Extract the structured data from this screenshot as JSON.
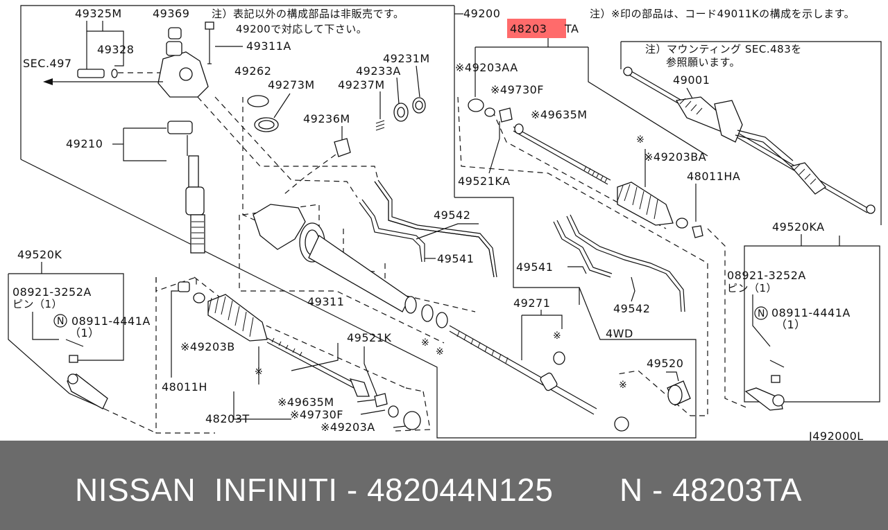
{
  "diagram": {
    "title_code": "J492000L",
    "notes": {
      "top_left_1": "注）表記以外の構成部品は非販売です。",
      "top_left_2": "49200で対応して下さい。",
      "top_right": "注）※印の部品は、コード49011Kの構成を示します。",
      "right_1": "注）マウンティング SEC.483を",
      "right_2": "参照願います。"
    },
    "labels": {
      "l49325M": "49325M",
      "l49369": "49369",
      "l49328": "49328",
      "lsec497": "SEC.497",
      "l49311A": "49311A",
      "l49262": "49262",
      "l49273M": "49273M",
      "l49233A": "49233A",
      "l49231M": "49231M",
      "l49237M": "49237M",
      "l49236M": "49236M",
      "l49210": "49210",
      "l49200": "49200",
      "l48203TA_a": "48203",
      "l48203TA_b": "TA",
      "l49203AA": "※49203AA",
      "l49730F_top": "※49730F",
      "l49635M_top": "※49635M",
      "l49203BA": "※49203BA",
      "l49521KA": "49521KA",
      "l48011HA": "48011HA",
      "l49001": "49001",
      "l49542_a": "49542",
      "l49541_a": "49541",
      "l49311": "49311",
      "l49541_b": "49541",
      "l49542_b": "49542",
      "l49271": "49271",
      "l4wd": "4WD",
      "l49520KA": "49520KA",
      "r08921": "08921-3252A",
      "rpin": "ピン（1）",
      "r08911": "08911-4441A",
      "r08911q": "（1）",
      "l49520K": "49520K",
      "l08921": "08921-3252A",
      "lpin": "ピン（1）",
      "l08911": "08911-4441A",
      "l08911q": "（1）",
      "l49203B": "※49203B",
      "l49521K": "49521K",
      "l48011H": "48011H",
      "l49635M_bot": "※49635M",
      "l49730F_bot": "※49730F",
      "l49203A": "※49203A",
      "l48203T": "48203T",
      "l49520": "49520",
      "n_circle": "N",
      "star1": "※",
      "star2": "※",
      "star3": "※",
      "star4": "※",
      "star5": "※",
      "star6": "※"
    }
  },
  "footer": {
    "brand": "NISSAN  INFINITI - 482044N125",
    "part": "N - 48203TA"
  },
  "highlight_color": "#ff6b6b",
  "footer_color": "#6b6b6b"
}
